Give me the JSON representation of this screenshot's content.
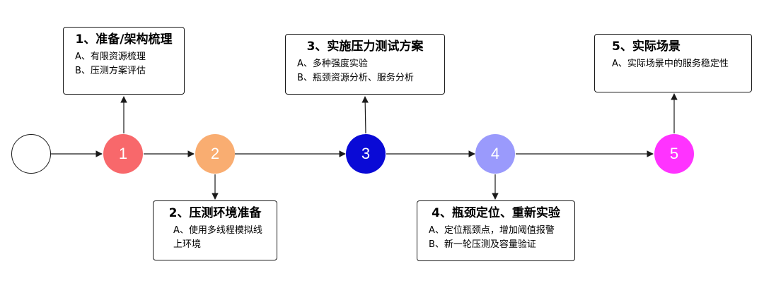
{
  "nodes": [
    {
      "label": "",
      "color": "#ffffff"
    },
    {
      "label": "1",
      "color": "#f8686b"
    },
    {
      "label": "2",
      "color": "#f9ad71"
    },
    {
      "label": "3",
      "color": "#0a0ad6"
    },
    {
      "label": "4",
      "color": "#9a9afc"
    },
    {
      "label": "5",
      "color": "#ff33ff"
    }
  ],
  "steps": [
    {
      "title": "1、准备/架构梳理",
      "items": [
        "A、有限资源梳理",
        "B、压测方案评估"
      ]
    },
    {
      "title": "2、压测环境准备",
      "items": [
        "A、使用多线程模拟线上环境"
      ]
    },
    {
      "title": "3、实施压力测试方案",
      "items": [
        "A、多种强度实验",
        "B、瓶颈资源分析、服务分析"
      ]
    },
    {
      "title": "4、瓶颈定位、重新实验",
      "items": [
        "A、定位瓶颈点，增加阈值报警",
        "B、新一轮压测及容量验证"
      ]
    },
    {
      "title": "5、实际场景",
      "items": [
        "A、实际场景中的服务稳定性"
      ]
    }
  ]
}
